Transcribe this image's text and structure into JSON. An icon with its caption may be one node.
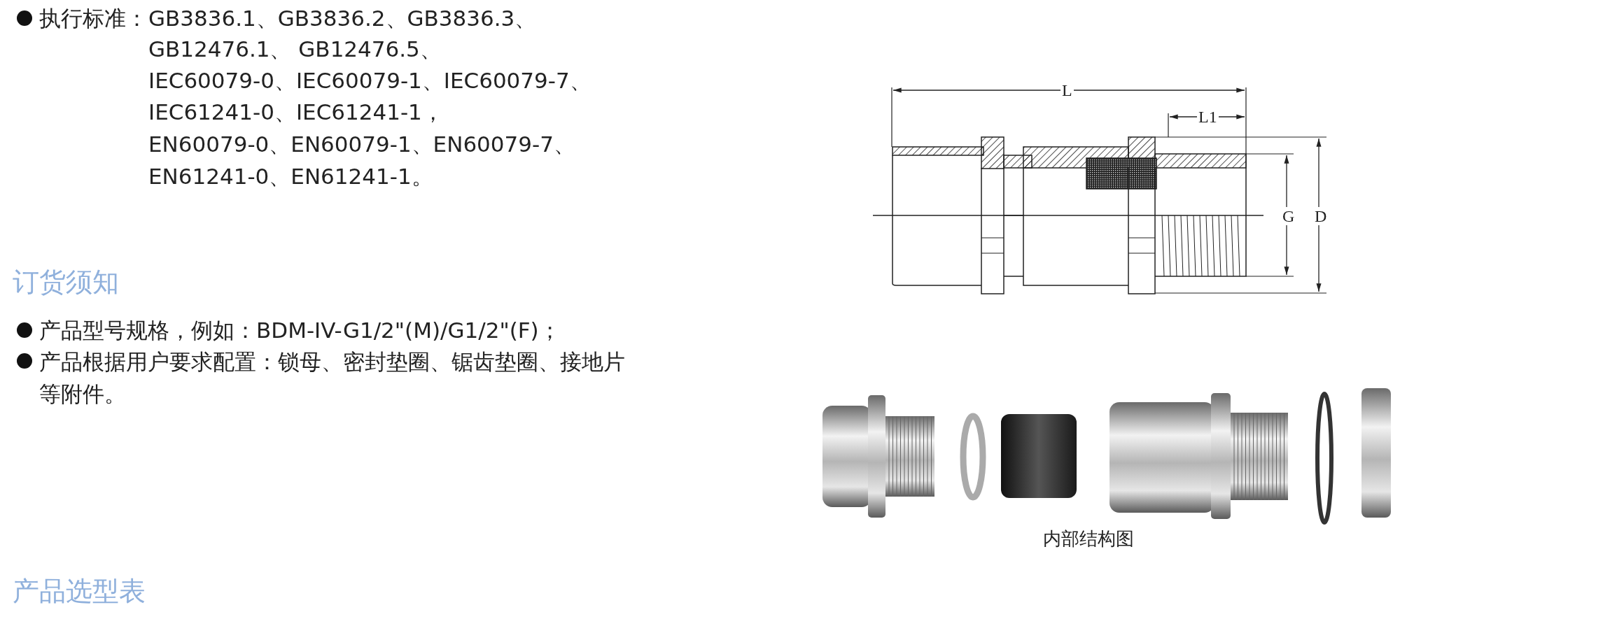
{
  "diagram": {
    "labels": [
      "执行标准：",
      "GB3836.1、GB3836.2、GB3836.3、",
      "GB12476.1、 GB12476.5、",
      "IEC60079-0、IEC60079-1、IEC60079-7、",
      "IEC61241-0、IEC61241-1，",
      "EN60079-0、EN60079-1、EN60079-7、",
      "EN61241-0、EN61241-1。",
      "订货须知",
      "产品型号规格，例如：BDM-IV-G1/2\"(M)/G1/2\"(F)；",
      "产品根据用户要求配置：锁母、密封垫圈、锯齿垫圈、接地片等附件。",
      "L",
      "L1",
      "G",
      "D",
      "内部结构图",
      "产品选型表"
    ]
  }
}
